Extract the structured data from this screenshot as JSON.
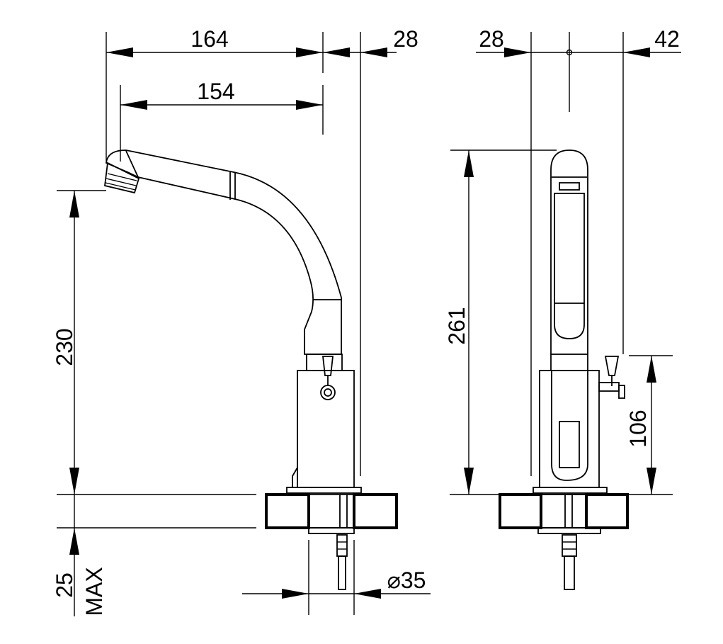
{
  "drawing": {
    "dimensions": {
      "front_spout_reach": "164",
      "front_offset_right": "28",
      "front_spout_inner": "154",
      "front_outlet_height": "230",
      "front_counter_thickness": "25",
      "front_counter_max": "MAX",
      "front_hole_diameter": "⌀35",
      "side_offset_left": "28",
      "side_offset_right": "42",
      "side_total_height": "261",
      "side_handle_height": "106"
    },
    "colors": {
      "line": "#000000",
      "background": "#ffffff"
    }
  }
}
